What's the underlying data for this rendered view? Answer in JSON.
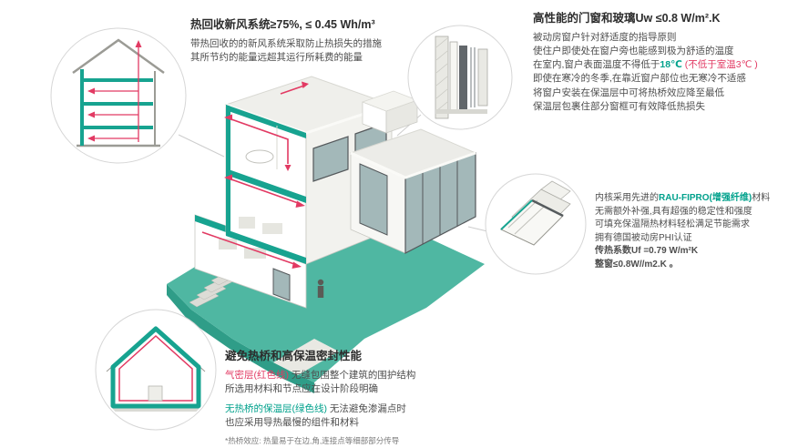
{
  "colors": {
    "teal": "#00a18c",
    "teal_art": "#17a390",
    "red": "#e23a63",
    "terrain": "#4fb7a2",
    "terrain_dark": "#2f9d88",
    "glass": "#a3b8b9",
    "frame_dark": "#54585b",
    "text_dark": "#2d2d2d",
    "text_body": "#4e4e4e",
    "text_muted": "#7a7a7a"
  },
  "sections": {
    "heat_recovery": {
      "title": "热回收新风系统≥75%, ≤ 0.45 Wh/m³",
      "lines": [
        "带热回收的的新风系统采取防止热损失的措施",
        "其所节约的能量远超其运行所耗费的能量"
      ]
    },
    "windows": {
      "title": "高性能的门窗和玻璃Uw ≤0.8 W/m².K",
      "line1": "被动房窗户针对舒适度的指导原则",
      "line2": "使住户即使处在窗户旁也能感到极为舒适的温度",
      "line3_pre": "在室内,窗户表面温度不得低于",
      "line3_temp": "18℃",
      "line3_note": " (不低于室温3℃ )",
      "line4": "即使在寒冷的冬季,在靠近窗户部位也无寒冷不适感",
      "line5": "将窗户安装在保温层中可将热桥效应降至最低",
      "line6": "保温层包裹住部分窗框可有效降低热损失"
    },
    "profile": {
      "line1_pre": "内核采用先进的",
      "line1_highlight": "RAU-FIPRO(增强纤维)",
      "line1_end": "材料",
      "line2": "无需额外补强,具有超强的稳定性和强度",
      "line3": "可填充保温隔热材料轻松满足节能需求",
      "line4": "拥有德国被动房PHI认证",
      "uf_line": "传热系数Uf =0.79 W/m²K",
      "uw_line": "整窗≤0.8W//m2.K 。"
    },
    "thermal_bridge": {
      "title": "避免热桥和高保温密封性能",
      "airtight_label": "气密层(红色线)",
      "airtight_text": " 无缝包围整个建筑的围护结构",
      "airtight_line2": "所选用材料和节点应在设计阶段明确",
      "insulation_label": "无热桥的保温层(绿色线)",
      "insulation_text": " 无法避免渗漏点时",
      "insulation_line2": "也应采用导热最慢的组件和材料",
      "footnote": "*热桥效应: 热量易于在边,角,连接点等细部部分传导"
    }
  }
}
